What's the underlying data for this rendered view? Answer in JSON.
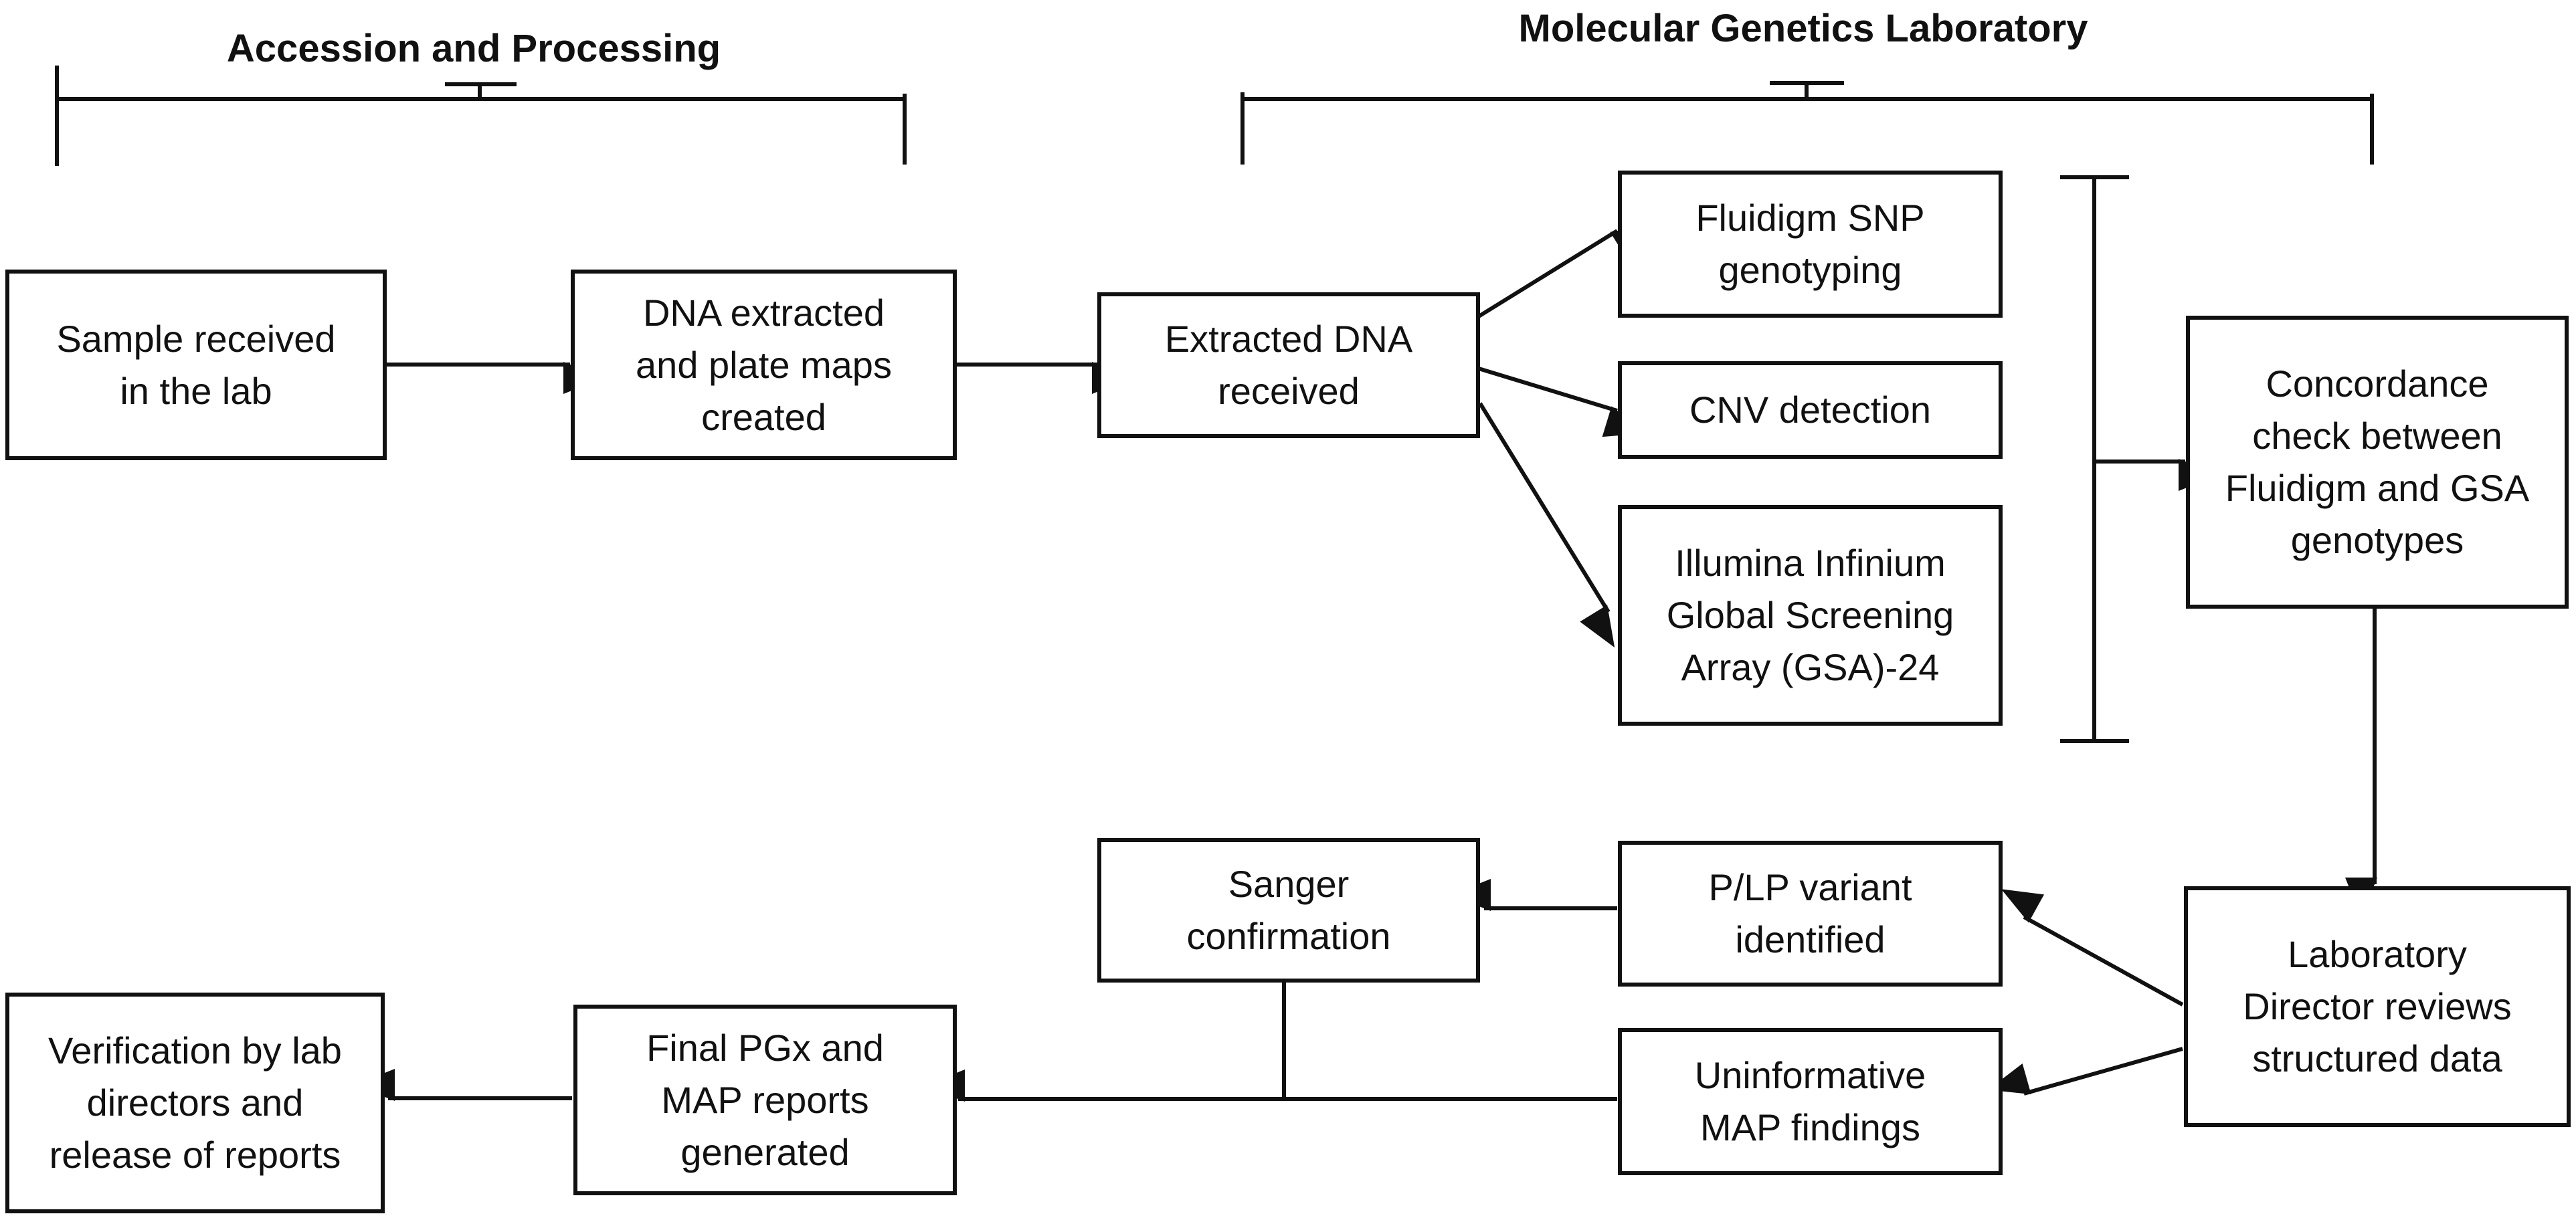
{
  "sections": {
    "accession": "Accession and Processing",
    "molecular": "Molecular Genetics Laboratory"
  },
  "steps": {
    "sample_received": [
      "Sample received",
      "in the lab"
    ],
    "dna_extracted": [
      "DNA extracted",
      "and plate maps",
      "created"
    ],
    "extracted_dna_received": [
      "Extracted DNA",
      "received"
    ],
    "fluidigm_snp": [
      "Fluidigm SNP",
      "genotyping"
    ],
    "cnv_detection": [
      "CNV detection"
    ],
    "illumina_gsa": [
      "Illumina Infinium",
      "Global Screening",
      "Array (GSA)-24"
    ],
    "concordance_check": [
      "Concordance",
      "check between",
      "Fluidigm and GSA",
      "genotypes"
    ],
    "lab_director_reviews": [
      "Laboratory",
      "Director reviews",
      "structured data"
    ],
    "plp_variant": [
      "P/LP variant",
      "identified"
    ],
    "uninformative_map": [
      "Uninformative",
      "MAP findings"
    ],
    "sanger_confirmation": [
      "Sanger",
      "confirmation"
    ],
    "final_reports": [
      "Final PGx and",
      "MAP reports",
      "generated"
    ],
    "verification": [
      "Verification by lab",
      "directors and",
      "release of reports"
    ]
  },
  "colors": {
    "stroke": "#111111",
    "background": "#ffffff"
  }
}
